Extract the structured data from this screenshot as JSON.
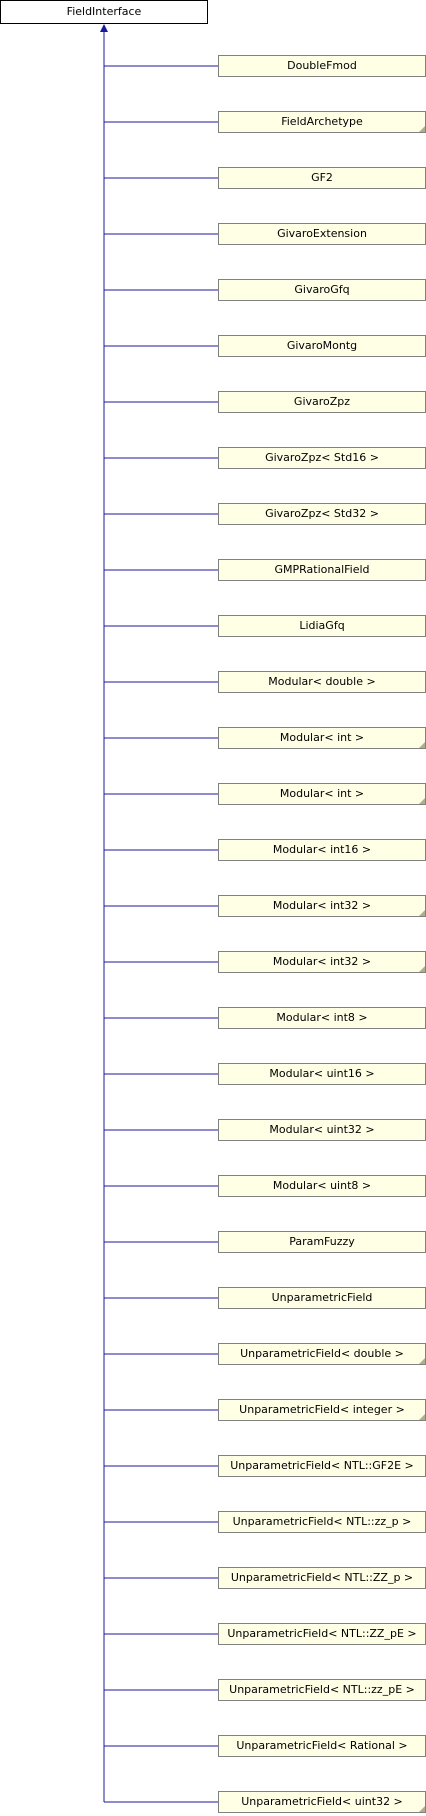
{
  "diagram": {
    "root": {
      "label": "FieldInterface"
    },
    "edge_color": "#1a1a9e",
    "node_fill": "#ffffe6",
    "node_border": "#808080",
    "children": [
      {
        "label": "DoubleFmod",
        "has_more": false
      },
      {
        "label": "FieldArchetype",
        "has_more": true
      },
      {
        "label": "GF2",
        "has_more": false
      },
      {
        "label": "GivaroExtension",
        "has_more": false
      },
      {
        "label": "GivaroGfq",
        "has_more": false
      },
      {
        "label": "GivaroMontg",
        "has_more": false
      },
      {
        "label": "GivaroZpz",
        "has_more": false
      },
      {
        "label": "GivaroZpz< Std16 >",
        "has_more": false
      },
      {
        "label": "GivaroZpz< Std32 >",
        "has_more": false
      },
      {
        "label": "GMPRationalField",
        "has_more": false
      },
      {
        "label": "LidiaGfq",
        "has_more": false
      },
      {
        "label": "Modular< double >",
        "has_more": false
      },
      {
        "label": "Modular< int >",
        "has_more": true
      },
      {
        "label": "Modular< int >",
        "has_more": true
      },
      {
        "label": "Modular< int16 >",
        "has_more": false
      },
      {
        "label": "Modular< int32 >",
        "has_more": true
      },
      {
        "label": "Modular< int32 >",
        "has_more": true
      },
      {
        "label": "Modular< int8 >",
        "has_more": false
      },
      {
        "label": "Modular< uint16 >",
        "has_more": false
      },
      {
        "label": "Modular< uint32 >",
        "has_more": false
      },
      {
        "label": "Modular< uint8 >",
        "has_more": false
      },
      {
        "label": "ParamFuzzy",
        "has_more": false
      },
      {
        "label": "UnparametricField",
        "has_more": false
      },
      {
        "label": "UnparametricField< double >",
        "has_more": true
      },
      {
        "label": "UnparametricField< integer >",
        "has_more": true
      },
      {
        "label": "UnparametricField< NTL::GF2E >",
        "has_more": false
      },
      {
        "label": "UnparametricField< NTL::zz_p >",
        "has_more": false
      },
      {
        "label": "UnparametricField< NTL::ZZ_p >",
        "has_more": false
      },
      {
        "label": "UnparametricField< NTL::ZZ_pE >",
        "has_more": false
      },
      {
        "label": "UnparametricField< NTL::zz_pE >",
        "has_more": false
      },
      {
        "label": "UnparametricField< Rational >",
        "has_more": false
      },
      {
        "label": "UnparametricField< uint32 >",
        "has_more": true
      }
    ]
  }
}
